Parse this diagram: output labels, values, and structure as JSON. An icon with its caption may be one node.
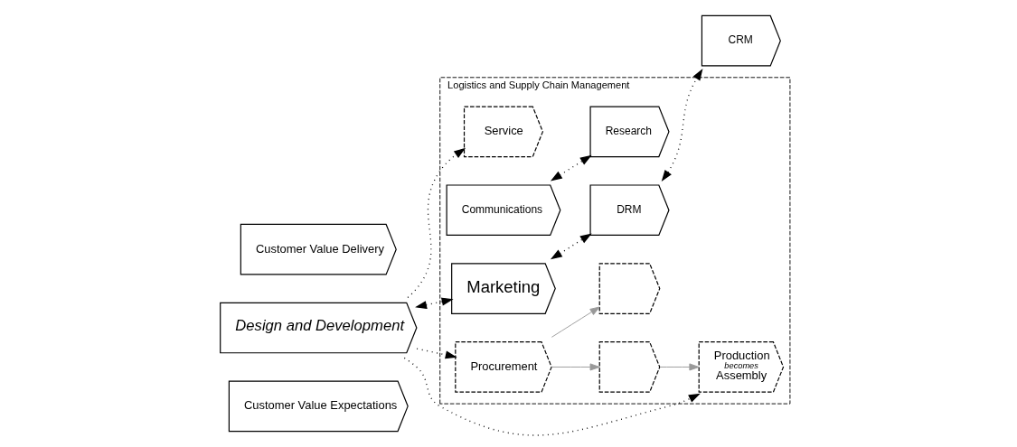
{
  "diagram": {
    "nodes": [
      {
        "text": [
          "Customer Value Expectations"
        ]
      },
      {
        "text": [
          "Design and Development"
        ]
      },
      {
        "text": [
          "Logistics and Supply Chain Management"
        ]
      },
      {
        "text": [],
        "shape": "box",
        "in": 2
      },
      {
        "text": [
          "Procurement"
        ],
        "in": 2
      },
      {
        "text": [],
        "shape": "box",
        "in": 2
      },
      {
        "text": [
          "Production",
          "becomes",
          "Assembly"
        ],
        "in": 2
      },
      {
        "text": [
          "Communications"
        ],
        "in": 2
      },
      {
        "text": [
          "Research"
        ],
        "in": 2
      },
      {
        "text": [
          "Marketing"
        ],
        "in": 2
      },
      {
        "text": [
          "DRM"
        ],
        "in": 2
      },
      {
        "text": [
          "CRM"
        ]
      },
      {
        "text": [
          "Service"
        ],
        "in": 2
      },
      {
        "text": [
          "Customer Value Delivery"
        ]
      }
    ],
    "edges": [
      {
        "from": 1,
        "to": 6,
        "arrow": "to",
        "style": "dashed"
      },
      {
        "from": 1,
        "to": 12,
        "arrow": "to",
        "style": "dashed"
      },
      {
        "from": 1,
        "to": 4,
        "arrow": "to",
        "style": "dashed"
      },
      {
        "from": 4,
        "to": 3,
        "arrow": "to",
        "color": "#999999"
      },
      {
        "from": 4,
        "to": 5,
        "arrow": "to",
        "color": "#999999"
      },
      {
        "from": 5,
        "to": 6,
        "arrow": "to",
        "color": "#999999"
      },
      {
        "from": 1,
        "to": 9,
        "arrow": "both",
        "style": "dashed"
      },
      {
        "from": 7,
        "to": 8,
        "arrow": "both",
        "style": "dashed"
      },
      {
        "from": 9,
        "to": 10,
        "arrow": "both",
        "style": "dashed"
      },
      {
        "from": 10,
        "to": 11,
        "arrow": "both",
        "style": "dashed"
      }
    ]
  }
}
